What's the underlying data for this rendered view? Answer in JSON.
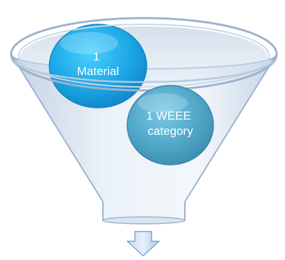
{
  "funnel": {
    "items": [
      {
        "line1": "1",
        "line2": "Material"
      },
      {
        "line1": "1 WEEE",
        "line2": "category"
      }
    ]
  },
  "colors": {
    "funnel_body": "#cfdcea",
    "funnel_rim": "#a8bdd6",
    "bubble_primary": "#1ba6e6",
    "bubble_secondary": "#4fa6c7",
    "arrow": "#a9c6e6"
  }
}
